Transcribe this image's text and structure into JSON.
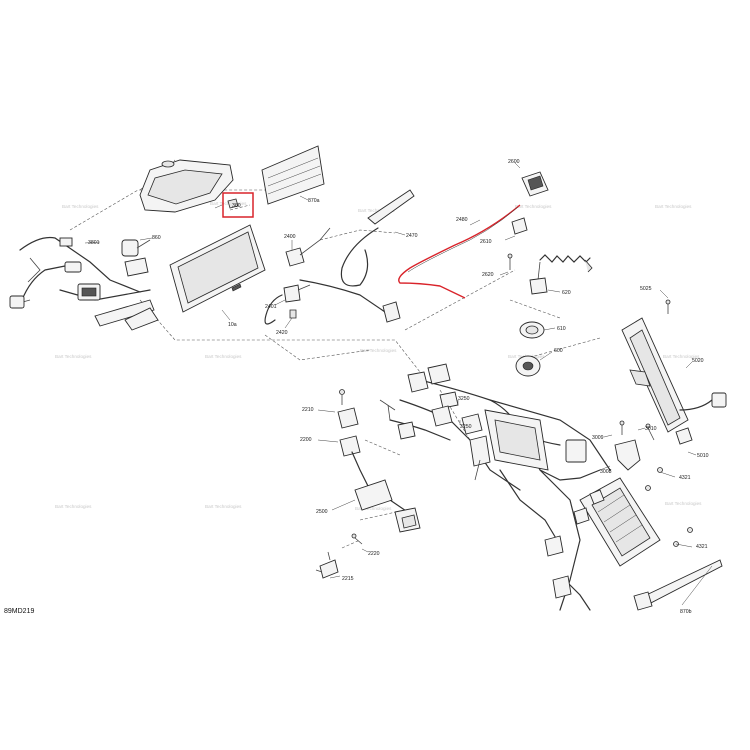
{
  "diagram_code": "89MD219",
  "watermark_text": "Bart Technologies",
  "highlight_color": "#d9232a",
  "labels": {
    "l_3801": "3801",
    "l_860": "860",
    "l_10a": "10a",
    "l_360": "360",
    "l_870a": "870a",
    "l_2400": "2400",
    "l_2401": "2401",
    "l_2420": "2420",
    "l_2470": "2470",
    "l_2480": "2480",
    "l_2600": "2600",
    "l_2610": "2610",
    "l_2620": "2620",
    "l_620": "620",
    "l_610": "610",
    "l_600": "600",
    "l_5025": "5025",
    "l_5020": "5020",
    "l_5010": "5010",
    "l_3009": "3009",
    "l_3010": "3010",
    "l_3008": "3008",
    "l_4321a": "4321",
    "l_4321b": "4321",
    "l_870b": "870b",
    "l_3250a": "3250",
    "l_3250b": "3250",
    "l_2210": "2210",
    "l_2200": "2200",
    "l_2500": "2500",
    "l_2220": "2220",
    "l_2215": "2215"
  }
}
